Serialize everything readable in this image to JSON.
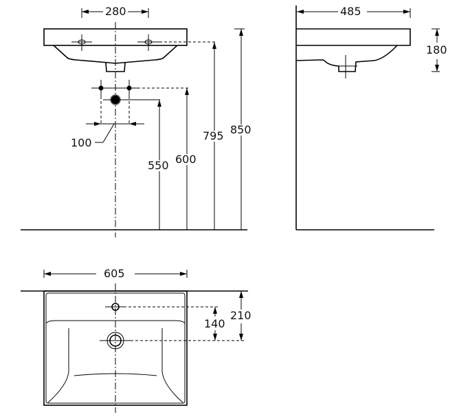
{
  "front_view": {
    "tap_spacing": "280",
    "valve_spacing": "100",
    "drain_height": "550",
    "valve_height": "600",
    "tap_height": "795",
    "rim_height": "850"
  },
  "side_view": {
    "depth": "485",
    "basin_height": "180"
  },
  "top_view": {
    "width": "605",
    "tap_to_drain": "140",
    "wall_to_drain": "210"
  }
}
